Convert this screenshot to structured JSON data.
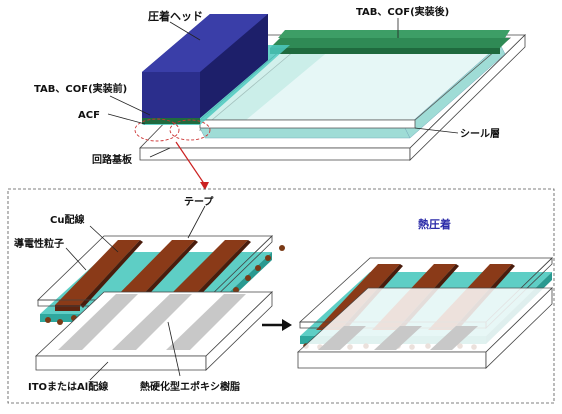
{
  "top": {
    "press_head": "圧着ヘッド",
    "tab_cof_after": "TAB、COF(実装後)",
    "tab_cof_before": "TAB、COF(実装前)",
    "acf": "ACF",
    "seal_layer": "シール層",
    "circuit_board": "回路基板"
  },
  "detail": {
    "tape": "テープ",
    "cu_wiring": "Cu配線",
    "conductive_particles": "導電性粒子",
    "ito_al_wiring": "ITOまたはAl配線",
    "thermoset_epoxy": "熱硬化型エポキシ樹脂",
    "thermo_compression": "熱圧着"
  },
  "colors": {
    "press_head": "#2b2e8c",
    "press_head_dark": "#1d1f6a",
    "tab_green": "#1f6a3e",
    "acf_teal": "#4cc9bf",
    "seal_teal": "#9fdcd6",
    "cu_brown": "#7a3216",
    "particle": "#7a3a16",
    "electrode_grey": "#c8c8c8",
    "label_blue": "#2a2aa8",
    "arrow_red": "#cc2222"
  }
}
